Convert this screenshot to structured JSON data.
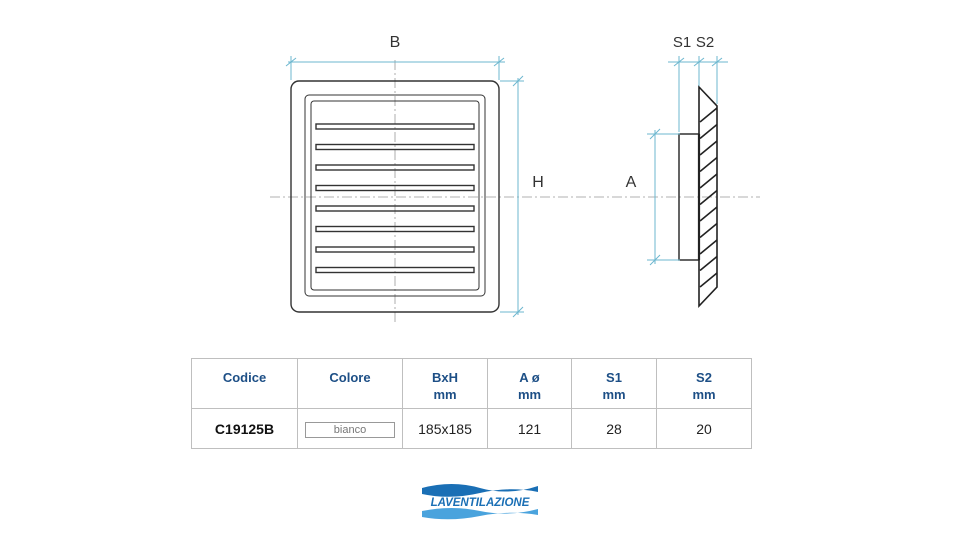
{
  "drawing": {
    "dimension_labels": {
      "width": "B",
      "height": "H",
      "diameter": "A",
      "s1": "S1",
      "s2": "S2"
    },
    "line_color": "#6cb7cf",
    "outline_color": "#333333"
  },
  "table": {
    "headers": [
      {
        "line1": "Codice",
        "line2": ""
      },
      {
        "line1": "Colore",
        "line2": ""
      },
      {
        "line1": "BxH",
        "line2": "mm"
      },
      {
        "line1": "A ø",
        "line2": "mm"
      },
      {
        "line1": "S1",
        "line2": "mm"
      },
      {
        "line1": "S2",
        "line2": "mm"
      }
    ],
    "row": {
      "code": "C19125B",
      "color": "bianco",
      "bxh": "185x185",
      "a": "121",
      "s1": "28",
      "s2": "20"
    },
    "header_color": "#1d4f86"
  },
  "logo": {
    "text": "LAVENTILAZIONE",
    "color": "#1a6fb5"
  }
}
